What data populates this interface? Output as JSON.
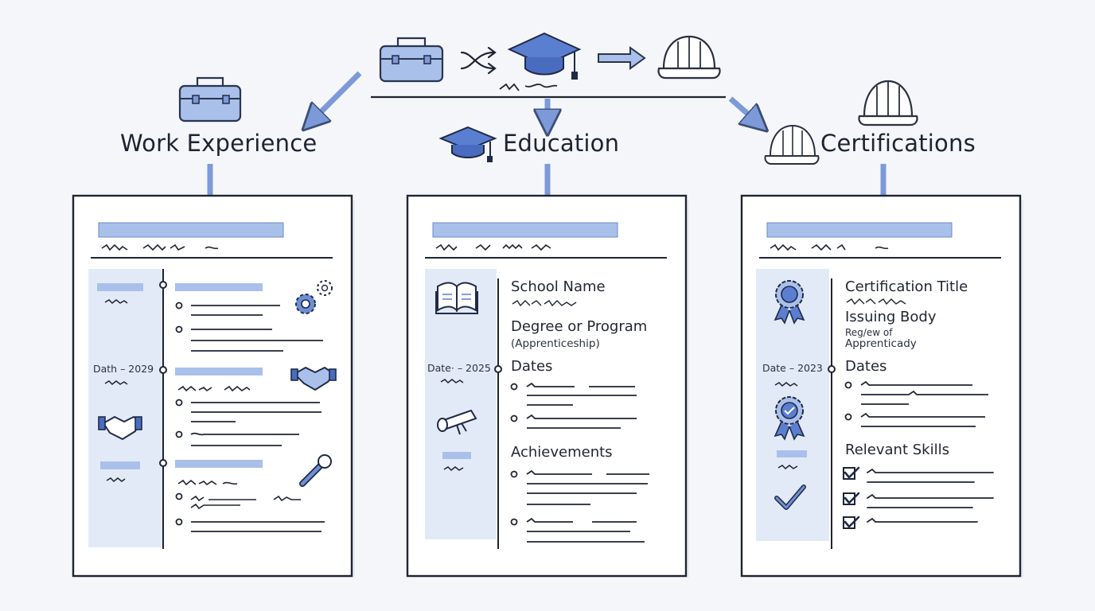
{
  "sections": {
    "work": {
      "title": "Work Experience",
      "date_label": "Dath – 2029"
    },
    "education": {
      "title": "Education",
      "school": "School Name",
      "degree": "Degree or Program",
      "degree_note": "(Apprenticeship)",
      "dates": "Dates",
      "achievements": "Achievements",
      "date_label": "Date· – 2025"
    },
    "certifications": {
      "title": "Certifications",
      "cert_title": "Certification Title",
      "issuer": "Issuing Body",
      "issuer_note_1": "Reg/ew of",
      "issuer_note_2": "Apprenticady",
      "dates": "Dates",
      "skills": "Relevant Skills",
      "date_label": "Date – 2023"
    }
  },
  "icons": {
    "flow_top": [
      "toolbox-icon",
      "shuffle-icon",
      "graduation-cap-icon",
      "arrow-right-icon",
      "hard-hat-icon"
    ],
    "work": [
      "toolbox-icon",
      "gears-icon",
      "handshake-icon",
      "wrench-icon"
    ],
    "education": [
      "graduation-cap-icon",
      "open-book-icon",
      "diploma-icon"
    ],
    "certifications": [
      "hard-hat-icon",
      "award-ribbon-icon",
      "check-icon",
      "checkbox-icon"
    ]
  },
  "colors": {
    "accent": "#7d9ad8",
    "accent_light": "#a9c0ea",
    "panel_sidebar": "#e3eaf7",
    "ink": "#1f2530",
    "background": "#f4f6fa"
  }
}
